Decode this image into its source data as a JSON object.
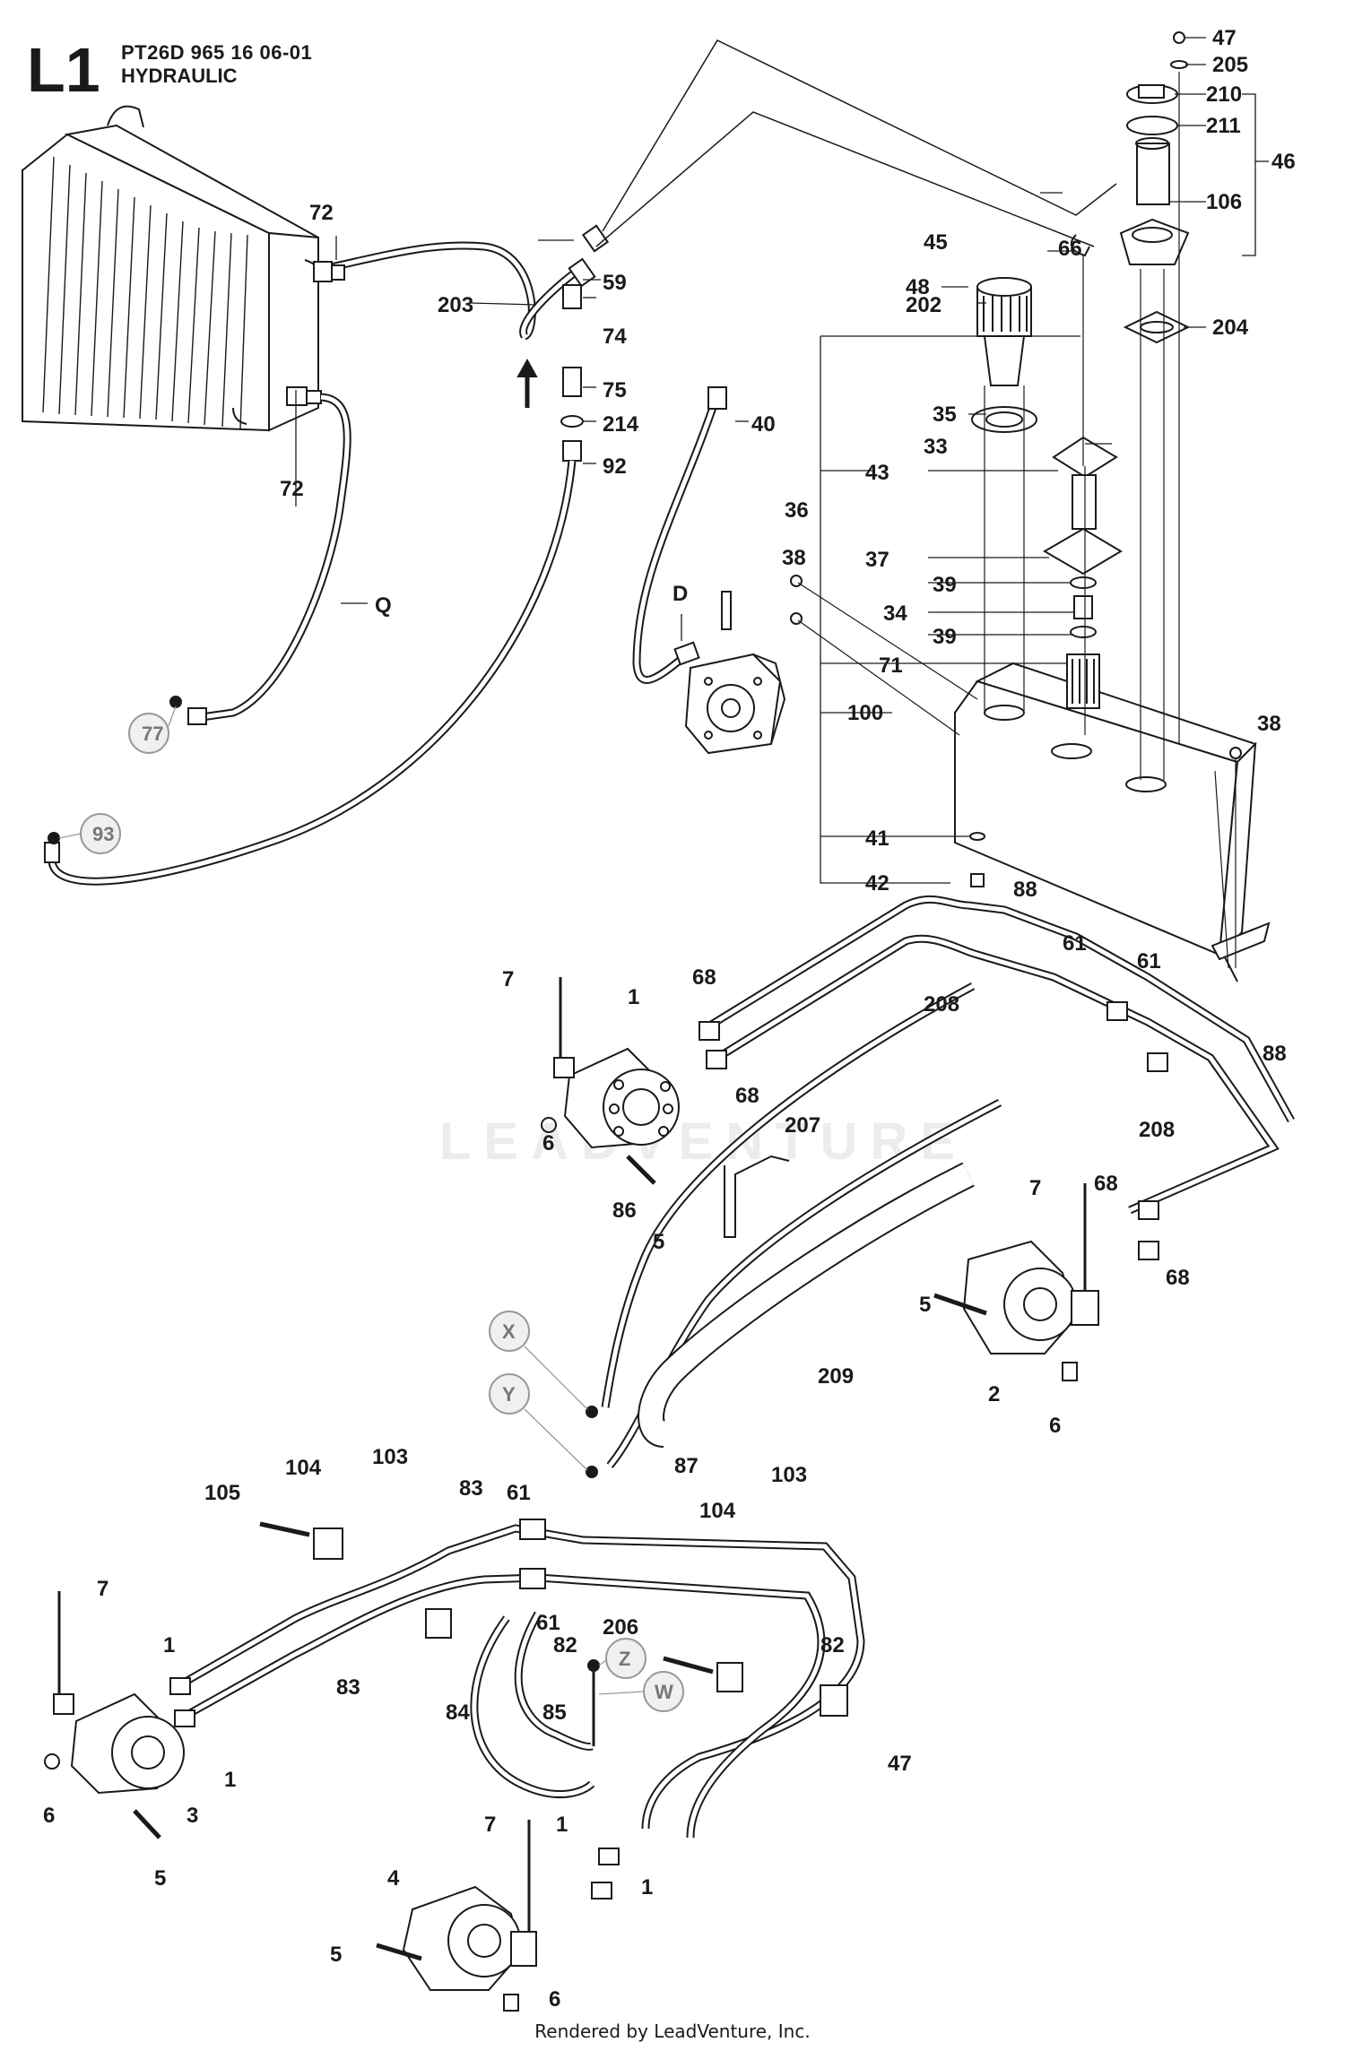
{
  "header": {
    "code": "L1",
    "model": "PT26D 965 16 06-01",
    "section": "HYDRAULIC"
  },
  "footer": "Rendered by LeadVenture, Inc.",
  "watermark": "LEADVENTURE",
  "callouts": [
    "47",
    "205",
    "210",
    "211",
    "46",
    "106",
    "204",
    "45",
    "48",
    "202",
    "66",
    "72",
    "59",
    "74",
    "75",
    "214",
    "77",
    "93",
    "92",
    "203",
    "40",
    "35",
    "33",
    "43",
    "36",
    "38",
    "37",
    "39",
    "34",
    "71",
    "100",
    "D",
    "Q",
    "41",
    "42",
    "88",
    "61",
    "208",
    "7",
    "1",
    "68",
    "207",
    "6",
    "5",
    "86",
    "209",
    "2",
    "X",
    "Y",
    "87",
    "103",
    "105",
    "104",
    "83",
    "82",
    "85",
    "206",
    "84",
    "Z",
    "W",
    "3",
    "4"
  ],
  "colors": {
    "line": "#1a1a1a",
    "ref_circle": "#f0f0f0",
    "ref_text": "#777777"
  }
}
